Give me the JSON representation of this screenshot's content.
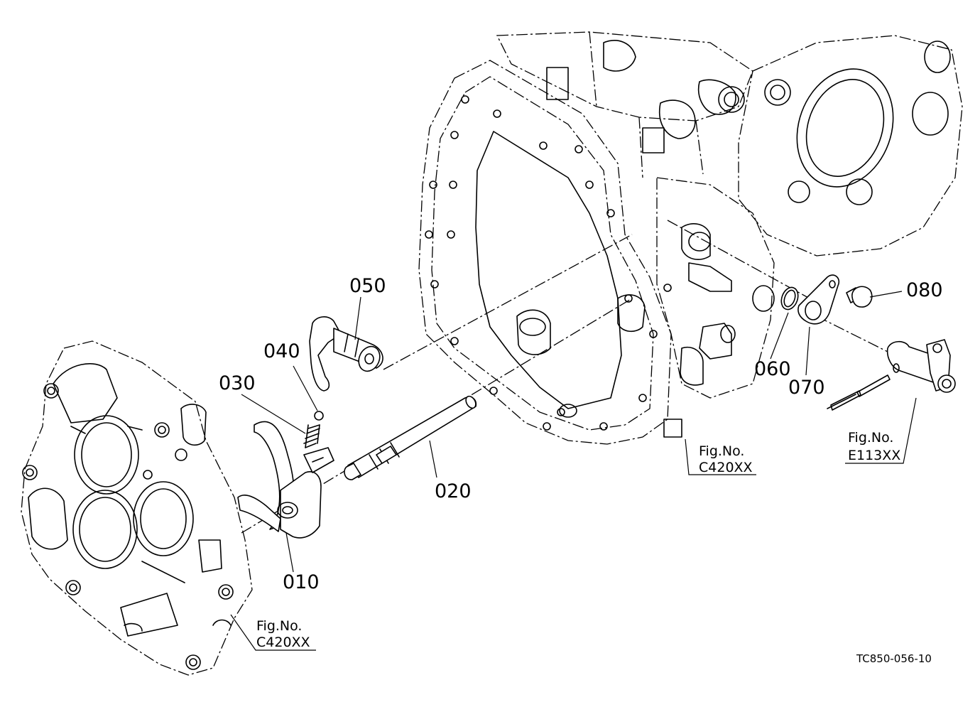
{
  "parts": [
    {
      "id": "p010",
      "number": "010"
    },
    {
      "id": "p020",
      "number": "020"
    },
    {
      "id": "p030",
      "number": "030"
    },
    {
      "id": "p040",
      "number": "040"
    },
    {
      "id": "p050",
      "number": "050"
    },
    {
      "id": "p060",
      "number": "060"
    },
    {
      "id": "p070",
      "number": "070"
    },
    {
      "id": "p080",
      "number": "080"
    }
  ],
  "figure_refs": [
    {
      "id": "ref-main",
      "line1": "Fig.No.",
      "line2": "C420XX"
    },
    {
      "id": "ref-cover",
      "line1": "Fig.No.",
      "line2": "C420XX"
    },
    {
      "id": "ref-arm",
      "line1": "Fig.No.",
      "line2": "E113XX"
    }
  ],
  "drawing_code": "TC850-056-10"
}
